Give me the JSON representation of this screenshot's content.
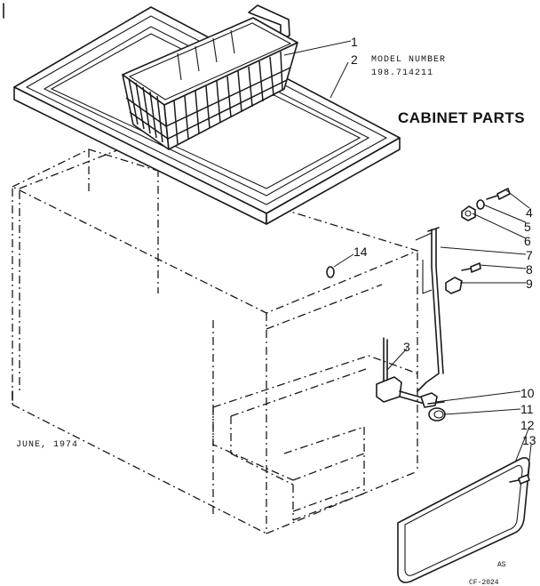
{
  "header": {
    "model_label": "MODEL NUMBER",
    "model_number": "198.714211",
    "title": "CABINET PARTS"
  },
  "footer": {
    "date": "JUNE, 1974",
    "code": "AS",
    "drawing_number": "CF-2024"
  },
  "callouts": {
    "c1": "1",
    "c2": "2",
    "c3": "3",
    "c4": "4",
    "c5": "5",
    "c6": "6",
    "c7": "7",
    "c8": "8",
    "c9": "9",
    "c10": "10",
    "c11": "11",
    "c12": "12",
    "c13": "13",
    "c14": "14"
  }
}
